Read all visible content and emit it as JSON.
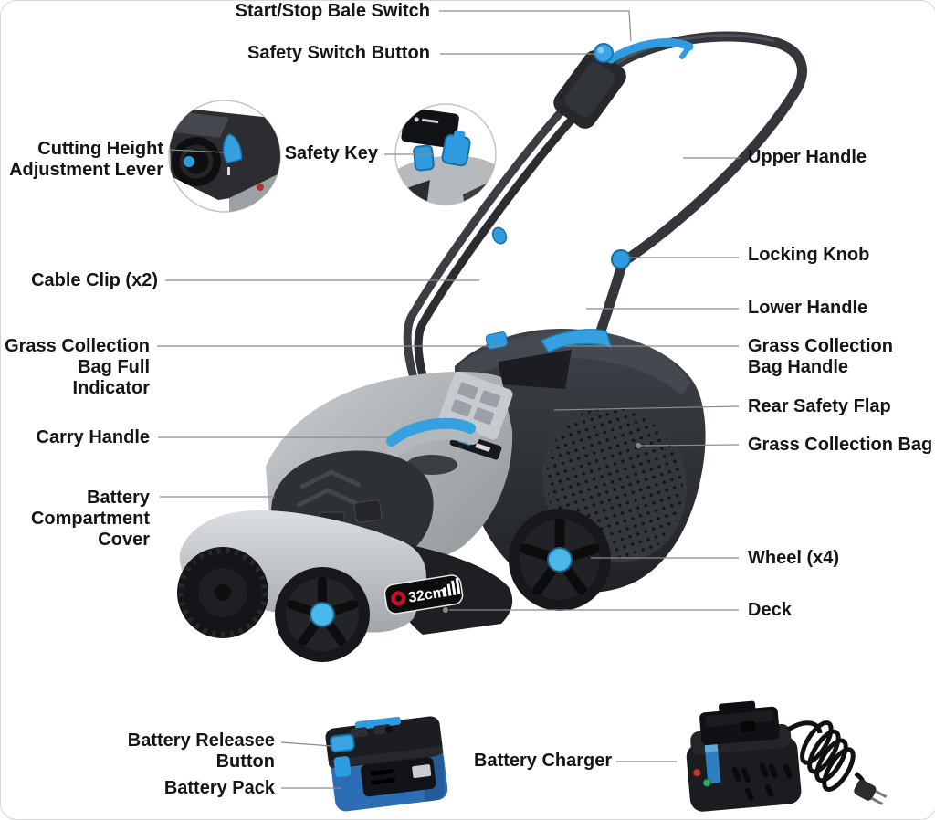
{
  "diagram": {
    "labels": {
      "bale_switch": "Start/Stop Bale Switch",
      "safety_switch": "Safety Switch Button",
      "cutting_height": "Cutting Height\nAdjustment Lever",
      "safety_key": "Safety Key",
      "upper_handle": "Upper Handle",
      "cable_clip": "Cable Clip (x2)",
      "locking_knob": "Locking Knob",
      "lower_handle": "Lower Handle",
      "bag_full_indicator": "Grass Collection\nBag Full\nIndicator",
      "bag_handle": "Grass Collection\nBag Handle",
      "rear_safety_flap": "Rear Safety Flap",
      "carry_handle": "Carry Handle",
      "grass_collection_bag": "Grass Collection Bag",
      "battery_compartment_cover": "Battery\nCompartment\nCover",
      "wheel": "Wheel (x4)",
      "deck": "Deck",
      "battery_release_button": "Battery Releasee\nButton",
      "battery_pack": "Battery Pack",
      "battery_charger": "Battery Charger"
    },
    "product": {
      "deck_badge": "32cm"
    },
    "colors": {
      "accent_blue": "#2F9BE0",
      "hub_blue": "#4AB8E8",
      "body_dark": "#2B2D31",
      "body_gray": "#A6AAAE",
      "leader_line": "#8A8A8A",
      "label_text": "#151515",
      "badge_red": "#C8102E",
      "led_red": "#C0392B",
      "led_green": "#27AE60"
    }
  }
}
